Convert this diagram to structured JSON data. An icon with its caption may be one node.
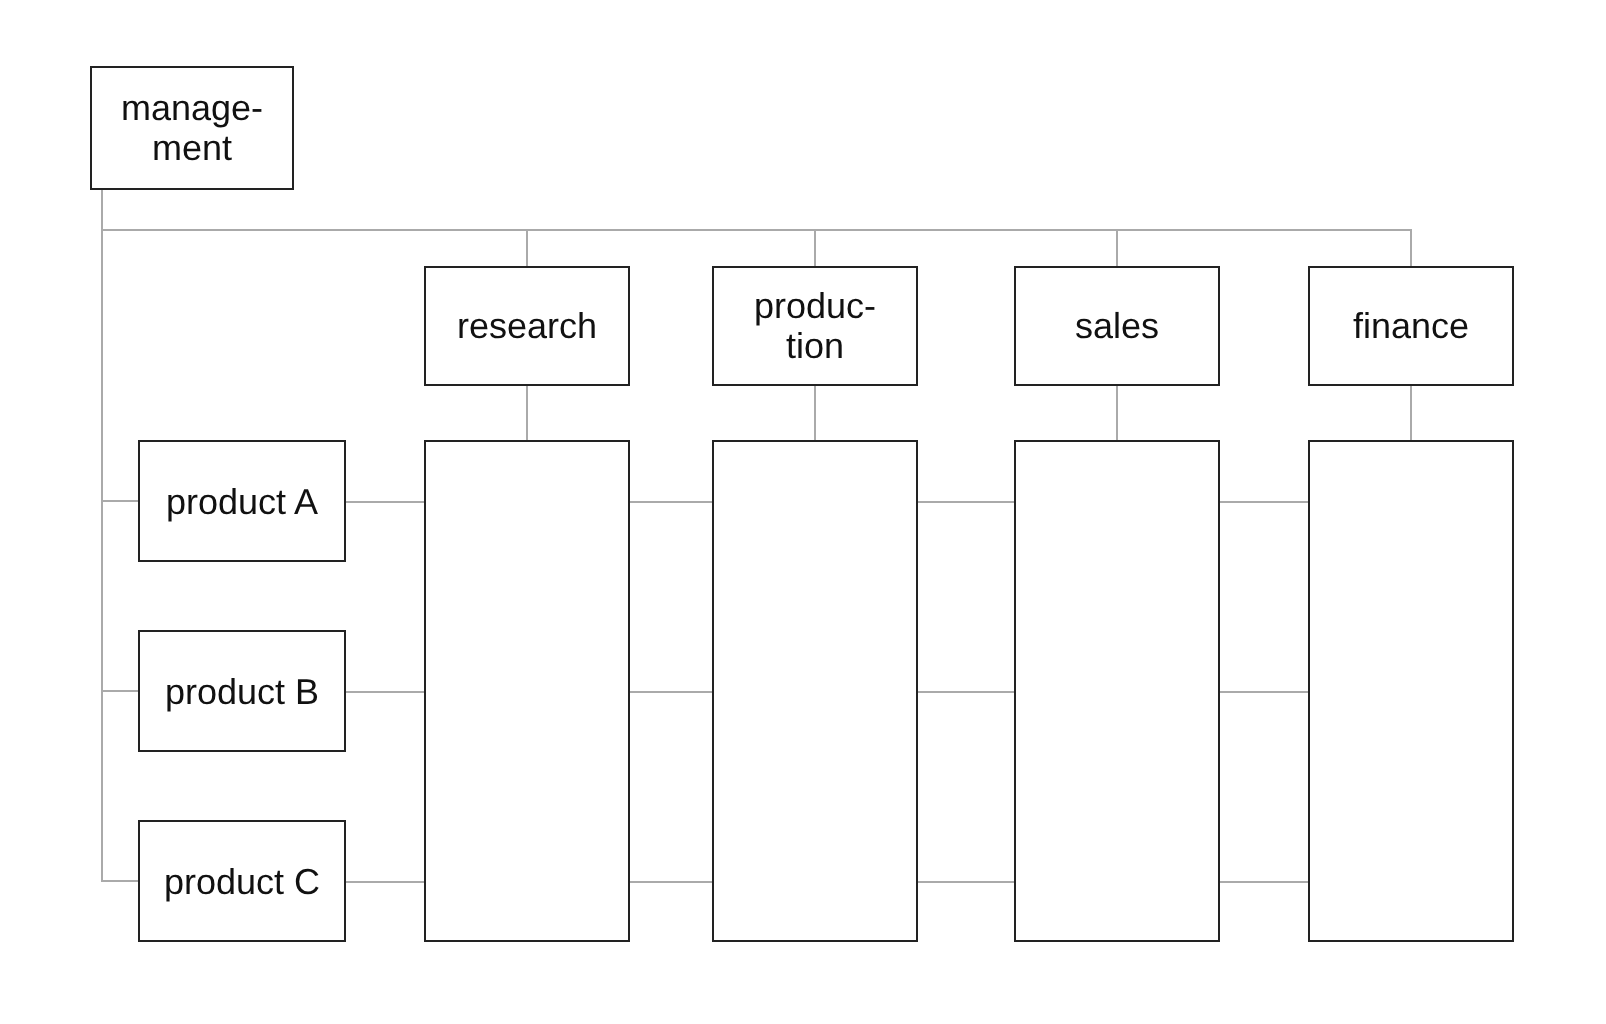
{
  "diagram": {
    "nodes": [
      {
        "text": [
          "manage- ment"
        ]
      },
      {
        "text": [
          "research"
        ]
      },
      {
        "text": [
          "produc- tion"
        ]
      },
      {
        "text": [
          "sales"
        ]
      },
      {
        "text": [
          "finance"
        ]
      },
      {
        "text": [
          "product A"
        ]
      },
      {
        "text": [
          "product B"
        ]
      },
      {
        "text": [
          "product C"
        ]
      },
      {
        "text": [],
        "shape": "box"
      },
      {
        "text": [],
        "shape": "box"
      },
      {
        "text": [],
        "shape": "box"
      },
      {
        "text": [],
        "shape": "box"
      }
    ],
    "edges": [
      {
        "from": 0,
        "to": 1,
        "arrow": "none"
      },
      {
        "from": 0,
        "to": 2,
        "arrow": "none"
      },
      {
        "from": 0,
        "to": 3,
        "arrow": "none"
      },
      {
        "from": 0,
        "to": 4,
        "arrow": "none"
      },
      {
        "from": 0,
        "to": 5,
        "arrow": "none"
      },
      {
        "from": 0,
        "to": 6,
        "arrow": "none"
      },
      {
        "from": 0,
        "to": 7,
        "arrow": "none"
      },
      {
        "from": 1,
        "to": 8,
        "arrow": "none"
      },
      {
        "from": 2,
        "to": 9,
        "arrow": "none"
      },
      {
        "from": 3,
        "to": 10,
        "arrow": "none"
      },
      {
        "from": 4,
        "to": 11,
        "arrow": "none"
      },
      {
        "from": 5,
        "to": 8,
        "arrow": "none"
      },
      {
        "from": 8,
        "to": 9,
        "arrow": "none"
      },
      {
        "from": 9,
        "to": 10,
        "arrow": "none"
      },
      {
        "from": 10,
        "to": 11,
        "arrow": "none"
      },
      {
        "from": 6,
        "to": 8,
        "arrow": "none"
      },
      {
        "from": 8,
        "to": 9,
        "arrow": "none"
      },
      {
        "from": 9,
        "to": 10,
        "arrow": "none"
      },
      {
        "from": 10,
        "to": 11,
        "arrow": "none"
      },
      {
        "from": 7,
        "to": 8,
        "arrow": "none"
      },
      {
        "from": 8,
        "to": 9,
        "arrow": "none"
      },
      {
        "from": 9,
        "to": 10,
        "arrow": "none"
      },
      {
        "from": 10,
        "to": 11,
        "arrow": "none"
      }
    ]
  }
}
